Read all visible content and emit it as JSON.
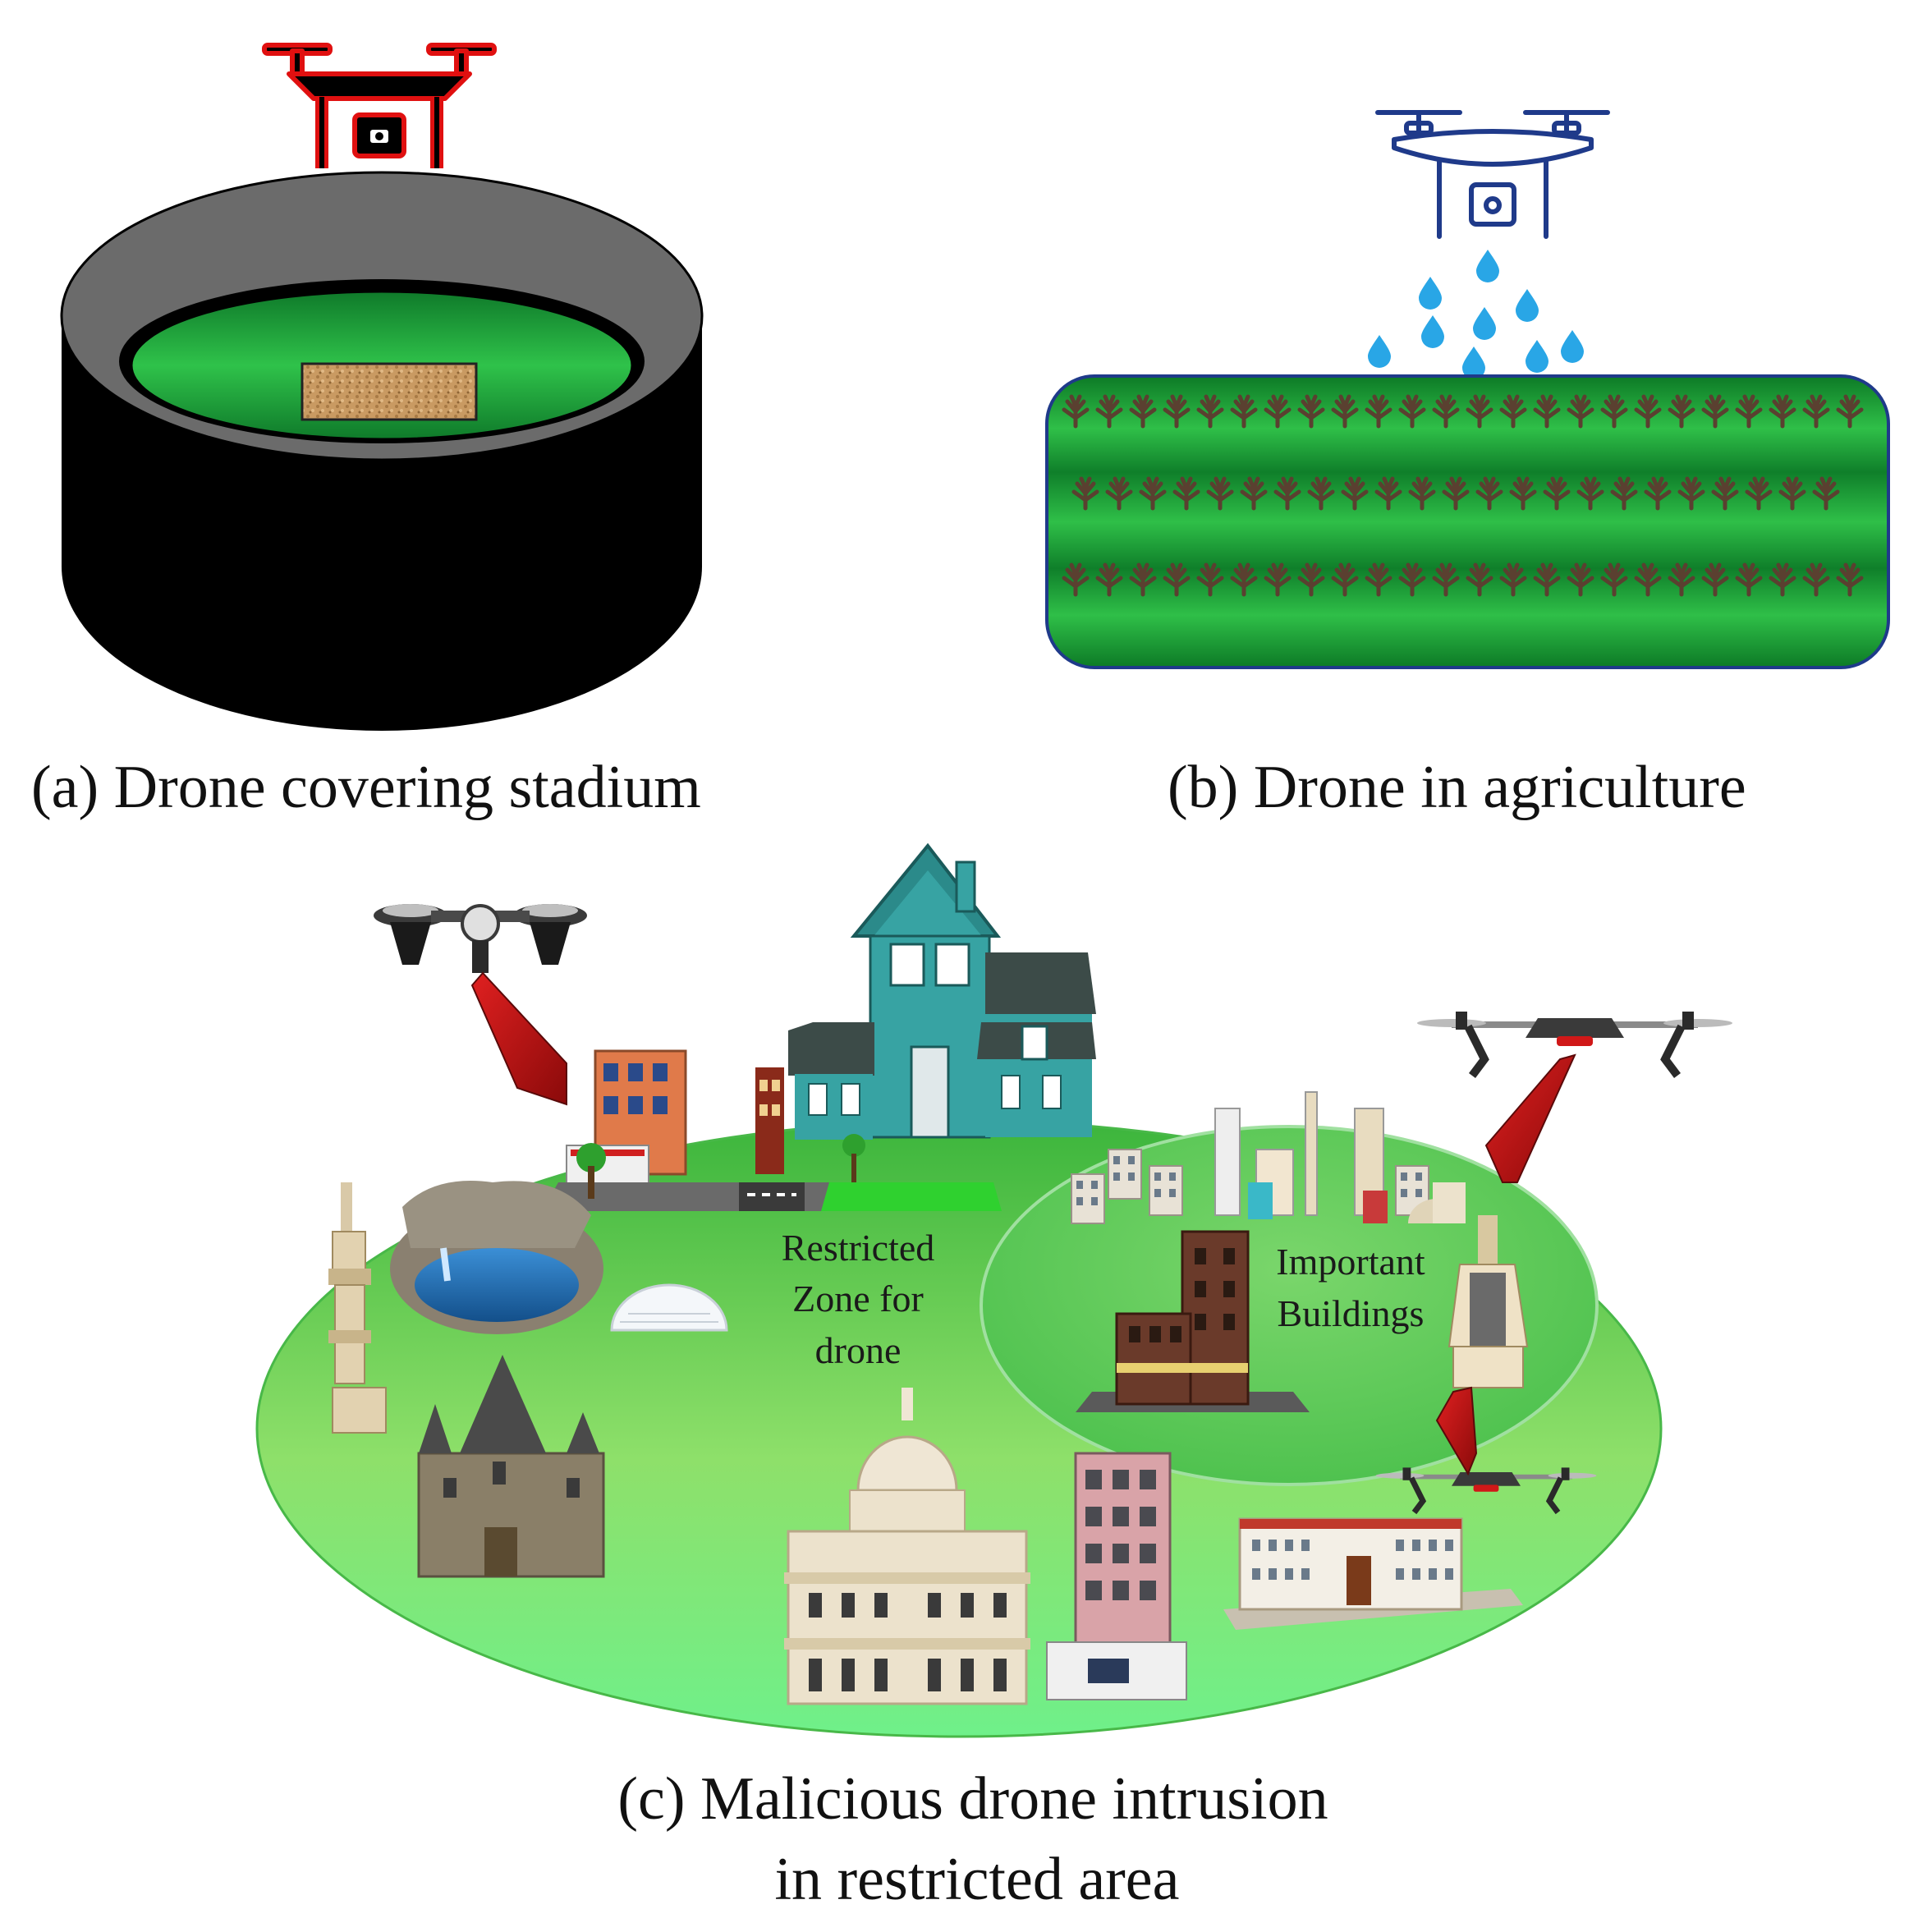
{
  "panels": {
    "a": {
      "caption": "(a) Drone covering stadium"
    },
    "b": {
      "caption": "(b) Drone in agriculture"
    },
    "c": {
      "caption_line1": "(c) Malicious drone intrusion",
      "caption_line2": "in restricted area",
      "zone_label_line1": "Restricted",
      "zone_label_line2": "Zone for",
      "zone_label_line3": "drone",
      "inner_label_line1": "Important",
      "inner_label_line2": "Buildings"
    }
  },
  "colors": {
    "stadium_wall": "#000000",
    "stadium_rim": "#6b6b6b",
    "field_green": "#1fa33a",
    "drone_a_outline": "#e01010",
    "drone_b_outline": "#1f3a8a",
    "water_drop": "#29a6e6",
    "crop_tree": "#5a4030",
    "zone_green_top": "#3ab83a",
    "zone_green_bottom": "#7cf07c",
    "intrusion_beam": "#c01010"
  },
  "icons": [
    "drone-icon",
    "water-drop-icon",
    "tree-icon",
    "house-icon",
    "building-icon",
    "castle-icon",
    "capitol-icon",
    "pond-icon",
    "igloo-icon",
    "tower-icon"
  ]
}
